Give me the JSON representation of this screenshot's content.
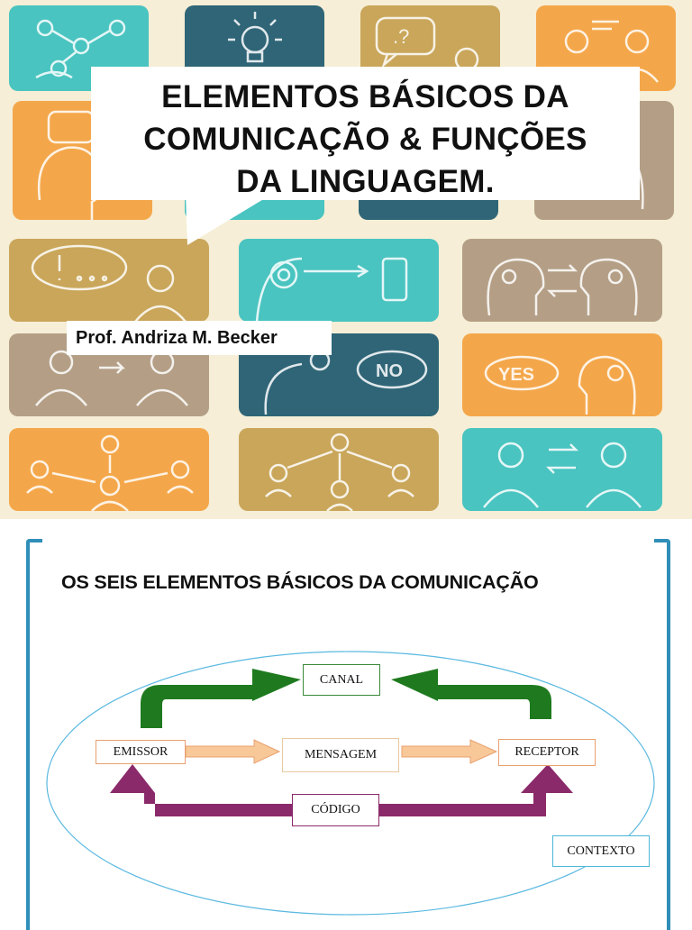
{
  "slide1": {
    "title_lines": [
      "ELEMENTOS BÁSICOS DA",
      "COMUNICAÇÃO & FUNÇÕES",
      "DA LINGUAGEM."
    ],
    "author": "Prof. Andriza M. Becker",
    "tile_colors": {
      "teal": "#49c4c0",
      "dark_teal": "#2f6577",
      "gold": "#c9a65a",
      "orange": "#f4a74a",
      "taupe": "#b49f86",
      "background": "#f6eed6"
    },
    "tile_icons": [
      "people-network-icon",
      "lightbulb-head-icon",
      "question-speech-icon",
      "two-people-talking-icon",
      "speech-bubble-head-icon",
      "woman-gears-head-icon",
      "exclamation-speech-icon",
      "target-head-phone-icon",
      "two-heads-gears-icon",
      "people-arrow-icon",
      "head-no-speech-icon",
      "yes-speech-head-icon",
      "group-center-icon",
      "hierarchy-people-icon",
      "people-exchange-icon"
    ]
  },
  "slide2": {
    "title": "OS SEIS ELEMENTOS BÁSICOS DA COMUNICAÇÃO",
    "nodes": {
      "canal": "CANAL",
      "emissor": "EMISSOR",
      "mensagem": "MENSAGEM",
      "receptor": "RECEPTOR",
      "codigo": "CÓDIGO",
      "contexto": "CONTEXTO"
    },
    "colors": {
      "bracket": "#2f8fb8",
      "green_arrow": "#1f7a1f",
      "peach_arrow": "#f8c898",
      "purple_arrow": "#8b2a6a",
      "ellipse": "#5ab8e0"
    }
  }
}
